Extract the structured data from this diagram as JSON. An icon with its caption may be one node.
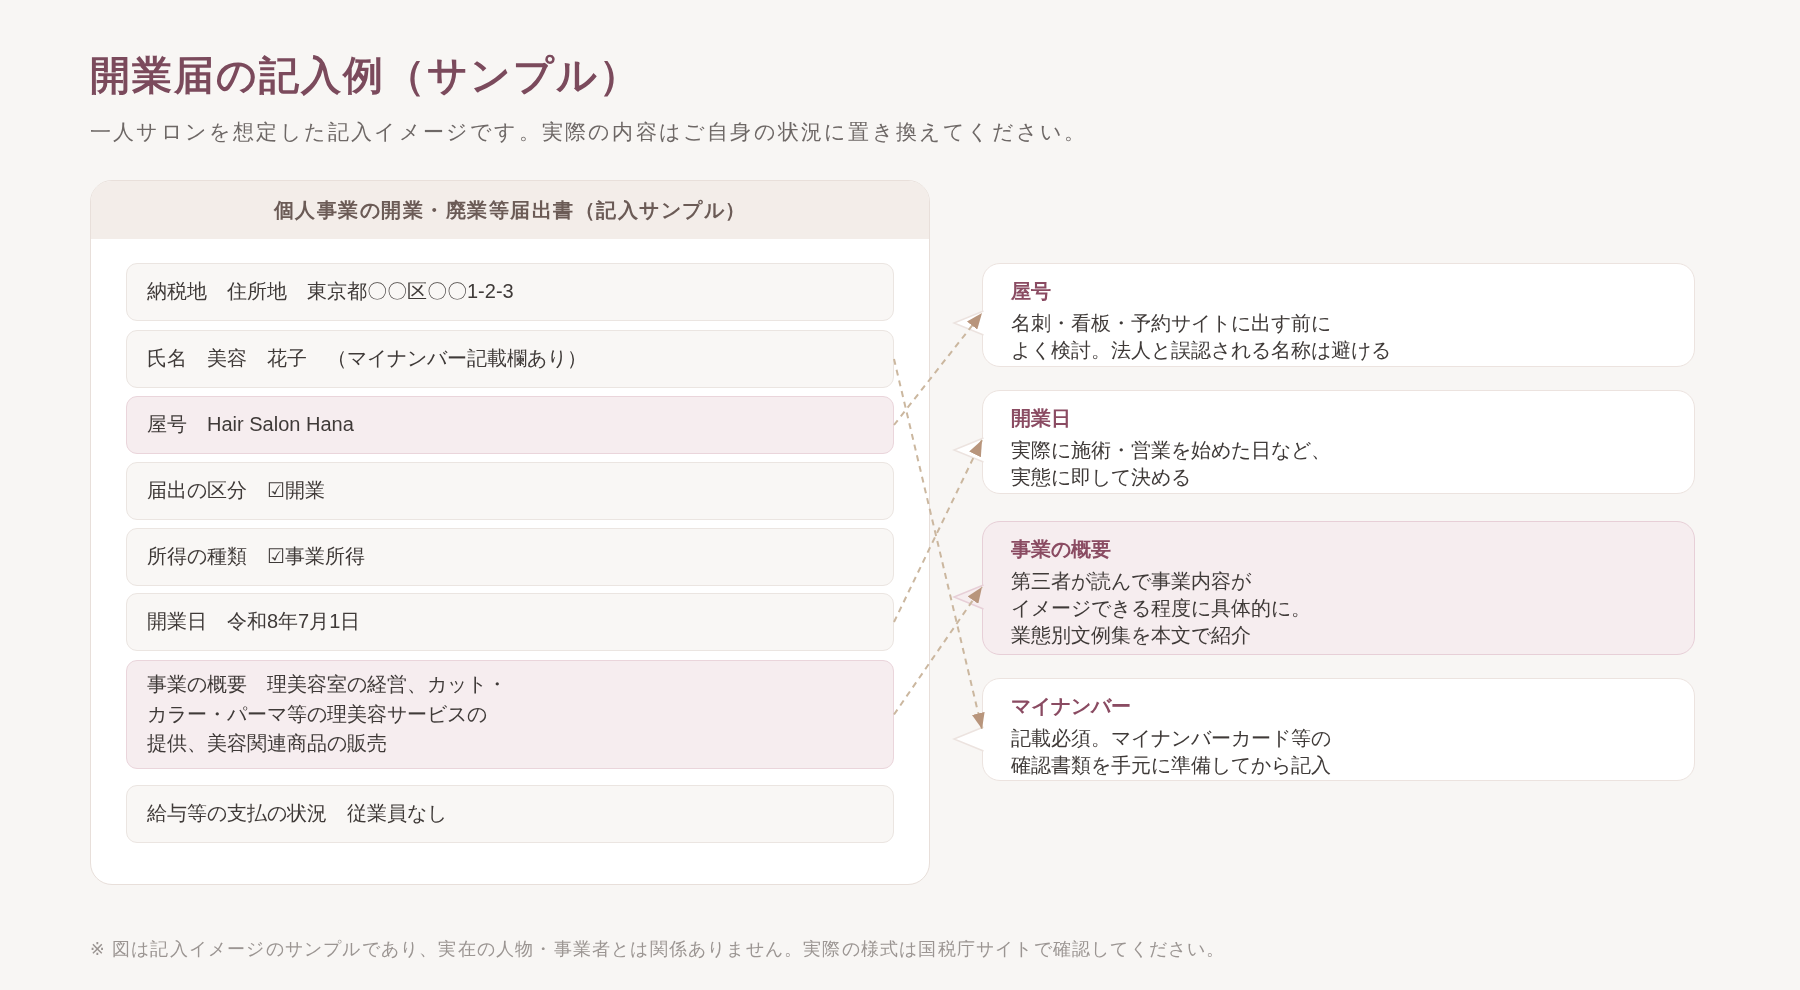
{
  "diagram": {
    "title": "開業届の記入例（サンプル）",
    "caption": "※ 図は記入イメージのサンプルであり、実在の人物・事業者とは関係ありません。実際の様式は国税庁サイトで確認してください。",
    "nodes": [
      {
        "text": [
          "個人事業の開業・廃業等届出書（記入サンプル）"
        ]
      },
      {
        "text": [
          "納税地　住所地　東京都〇〇区〇〇1-2-3"
        ],
        "in": 0
      },
      {
        "text": [
          "氏名　美容　花子　（マイナンバー記載欄あり）"
        ],
        "in": 0
      },
      {
        "text": [
          "屋号　Hair Salon Hana"
        ],
        "in": 0
      },
      {
        "text": [
          "届出の区分　☑開業"
        ],
        "in": 0
      },
      {
        "text": [
          "所得の種類　☑事業所得"
        ],
        "in": 0
      },
      {
        "text": [
          "開業日　令和8年7月1日"
        ],
        "in": 0
      },
      {
        "text": [
          "事業の概要　理美容室の経営、カット・カラー・パーマ等の理美容サービスの提供、美容関連商品の販売"
        ],
        "in": 0
      },
      {
        "text": [
          "給与等の支払の状況　従業員なし"
        ],
        "in": 0
      },
      {
        "text": [
          "屋号",
          "名刺・看板・予約サイトに出す前によく検討。法人と誤認される名称は避ける"
        ]
      },
      {
        "text": [
          "開業日",
          "実際に施術・営業を始めた日など、実態に即して決める"
        ]
      },
      {
        "text": [
          "事業の概要",
          "第三者が読んで事業内容がイメージできる程度に具体的に。業態別文例集を本文で紹介"
        ]
      },
      {
        "text": [
          "マイナンバー",
          "記載必須。マイナンバーカード等の確認書類を手元に準備してから記入"
        ]
      }
    ],
    "edges": [
      {
        "from": 3,
        "to": 9,
        "arrow": "to",
        "style": "dashed"
      },
      {
        "from": 6,
        "to": 10,
        "arrow": "to",
        "style": "dashed"
      },
      {
        "from": 7,
        "to": 11,
        "arrow": "to",
        "style": "dashed"
      },
      {
        "from": 2,
        "to": 12,
        "arrow": "to",
        "style": "dashed"
      }
    ],
    "labels": [
      "一人サロンを想定した記入イメージです。実際の内容はご自身の状況に置き換えてください。"
    ]
  }
}
